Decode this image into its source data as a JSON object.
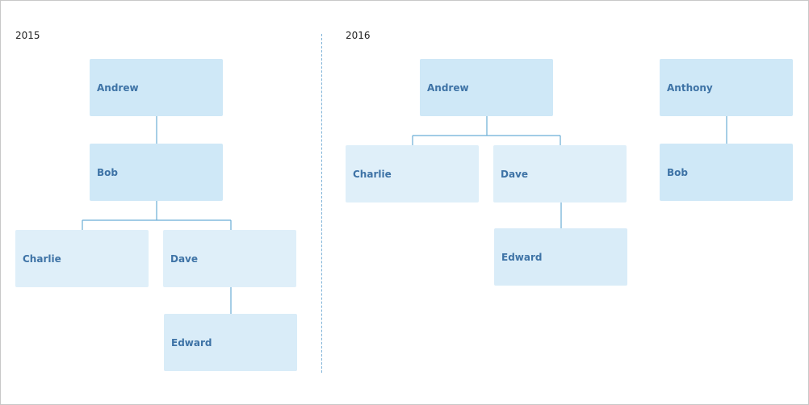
{
  "charts": [
    {
      "year": "2015",
      "nodes": [
        {
          "id": "andrew",
          "label": "Andrew"
        },
        {
          "id": "bob",
          "label": "Bob"
        },
        {
          "id": "charlie",
          "label": "Charlie"
        },
        {
          "id": "dave",
          "label": "Dave"
        },
        {
          "id": "edward",
          "label": "Edward"
        }
      ],
      "edges": [
        [
          "andrew",
          "bob"
        ],
        [
          "bob",
          "charlie"
        ],
        [
          "bob",
          "dave"
        ],
        [
          "dave",
          "edward"
        ]
      ]
    },
    {
      "year": "2016",
      "nodes": [
        {
          "id": "andrew",
          "label": "Andrew"
        },
        {
          "id": "charlie",
          "label": "Charlie"
        },
        {
          "id": "dave",
          "label": "Dave"
        },
        {
          "id": "edward",
          "label": "Edward"
        },
        {
          "id": "anthony",
          "label": "Anthony"
        },
        {
          "id": "bob",
          "label": "Bob"
        }
      ],
      "edges": [
        [
          "andrew",
          "charlie"
        ],
        [
          "andrew",
          "dave"
        ],
        [
          "dave",
          "edward"
        ],
        [
          "anthony",
          "bob"
        ]
      ]
    }
  ],
  "colors": {
    "node_fill": "#cfe8f7",
    "node_text": "#3e73a6",
    "connector": "#6aaed6",
    "divider": "#7fb3d8"
  }
}
